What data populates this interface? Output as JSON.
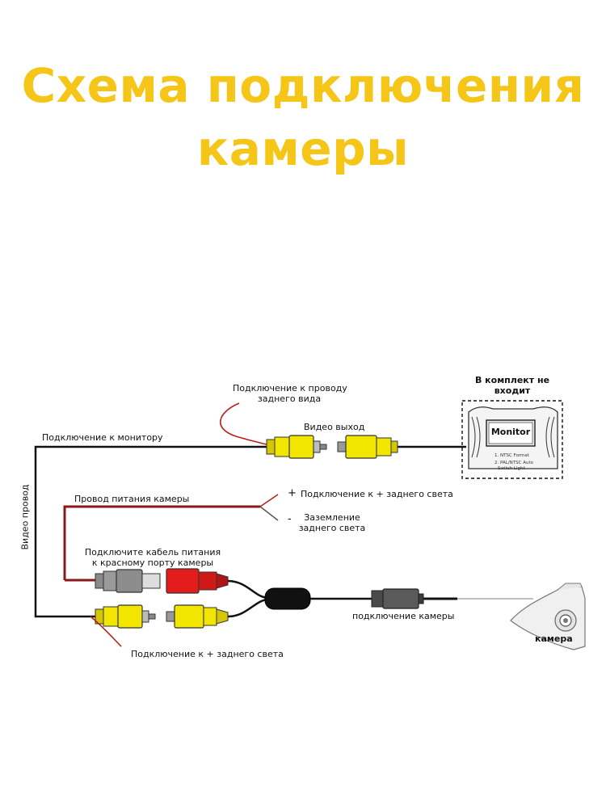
{
  "title": {
    "line1": "Схема подключения",
    "line2": "камеры"
  },
  "colors": {
    "title": "#f5c518",
    "yellow_plug": "#f2e600",
    "red_plug": "#e41b1b",
    "wire_black": "#111111",
    "wire_red": "#a61c1c"
  },
  "labels": {
    "reverse_wire": [
      "Подключение к проводу",
      "заднего вида"
    ],
    "video_out": "Видео выход",
    "not_included": [
      "В комплект не",
      "входит"
    ],
    "monitor_connection": "Подключение к монитору",
    "video_wire": "Видео провод",
    "camera_power_wire": "Провод питания камеры",
    "plus_sign": "+",
    "plus_reverse": "Подключение к + заднего света",
    "minus_sign": "-",
    "ground": [
      "Заземление",
      "заднего света"
    ],
    "connect_power": [
      "Подключите кабель питания",
      "к красному порту камеры"
    ],
    "camera_connection": "подключение камеры",
    "reverse_light_bottom": "Подключение к + заднего света",
    "camera": "камера"
  },
  "monitor": {
    "screen_label": "Monitor",
    "note1": "1. NTSC Format",
    "note2": "2. PAL/NTSC Auto",
    "note3": "Switch Light"
  }
}
